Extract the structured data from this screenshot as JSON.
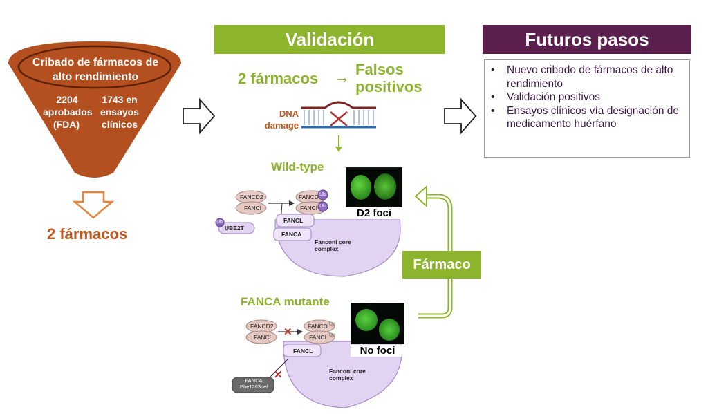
{
  "left": {
    "funnel_title": "Cribado de fármacos de alto rendimiento",
    "approved_count": "2204",
    "approved_label": "aprobados (FDA)",
    "trials_count": "1743 en",
    "trials_label": "ensayos clínicos",
    "result": "2 fármacos"
  },
  "middle": {
    "banner": "Validación",
    "drugs": "2 fármacos",
    "arrow": "→",
    "false_positives": "Falsos positivos",
    "dna_damage": "DNA damage",
    "wild_type": {
      "title": "Wild-type",
      "fancd2": "FANCD2",
      "fanci": "FANCI",
      "fancd2_ub": "FANCD",
      "fanci_ub": "FANCI",
      "ub": "Ub",
      "ube2t": "UBE2T",
      "fancl": "FANCL",
      "fanca": "FANCA",
      "core_complex": "Fanconi core complex",
      "foci_label": "D2 foci"
    },
    "mutant": {
      "title": "FANCA mutante",
      "fancd2": "FANCD2",
      "fanci": "FANCI",
      "fancd2_ub": "FANCD",
      "fanci_ub": "FANCI",
      "ub": "Ub",
      "fancl": "FANCL",
      "fanca_mut": "FANCA Phe1263del",
      "core_complex": "Fanconi core complex",
      "foci_label": "No foci"
    },
    "drug_label": "Fármaco"
  },
  "right": {
    "banner": "Futuros pasos",
    "items": [
      "Nuevo cribado de fármacos de alto rendimiento",
      "Validación positivos",
      "Ensayos clínicos vía designación de medicamento huérfano"
    ]
  },
  "colors": {
    "orange": "#c0571f",
    "funnel_fill": "#b44f1f",
    "green": "#8cb42d",
    "purple_banner": "#5b1f4e",
    "purple_text": "#3a1847",
    "lilac": "#e3d3f2"
  }
}
